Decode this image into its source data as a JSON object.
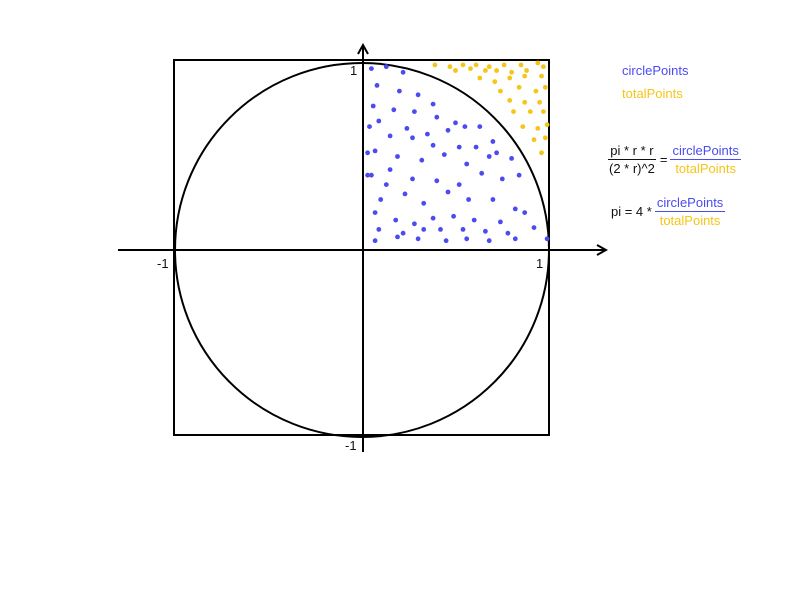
{
  "axis_labels": {
    "y_top": "1",
    "y_bottom": "-1",
    "x_left": "-1",
    "x_right": "1"
  },
  "legend": {
    "circle_points": "circlePoints",
    "total_points": "totalPoints"
  },
  "equation1": {
    "lhs_num": "pi * r * r",
    "lhs_den": "(2 * r)^2",
    "equals": "=",
    "rhs_num": "circlePoints",
    "rhs_den": "totalPoints"
  },
  "equation2": {
    "prefix": "pi = 4 *",
    "rhs_num": "circlePoints",
    "rhs_den": "totalPoints"
  },
  "colors": {
    "inside": "#4b4bf0",
    "outside": "#f5c518",
    "lines": "#000000"
  },
  "points": {
    "inside": [
      [
        0.05,
        0.97
      ],
      [
        0.13,
        0.98
      ],
      [
        0.22,
        0.95
      ],
      [
        0.08,
        0.88
      ],
      [
        0.2,
        0.85
      ],
      [
        0.3,
        0.83
      ],
      [
        0.38,
        0.78
      ],
      [
        0.06,
        0.77
      ],
      [
        0.17,
        0.75
      ],
      [
        0.28,
        0.74
      ],
      [
        0.4,
        0.71
      ],
      [
        0.5,
        0.68
      ],
      [
        0.09,
        0.69
      ],
      [
        0.24,
        0.65
      ],
      [
        0.35,
        0.62
      ],
      [
        0.46,
        0.64
      ],
      [
        0.55,
        0.66
      ],
      [
        0.63,
        0.66
      ],
      [
        0.04,
        0.66
      ],
      [
        0.15,
        0.61
      ],
      [
        0.27,
        0.6
      ],
      [
        0.38,
        0.56
      ],
      [
        0.52,
        0.55
      ],
      [
        0.61,
        0.55
      ],
      [
        0.7,
        0.58
      ],
      [
        0.07,
        0.53
      ],
      [
        0.19,
        0.5
      ],
      [
        0.32,
        0.48
      ],
      [
        0.44,
        0.51
      ],
      [
        0.56,
        0.46
      ],
      [
        0.68,
        0.5
      ],
      [
        0.72,
        0.52
      ],
      [
        0.8,
        0.49
      ],
      [
        0.05,
        0.4
      ],
      [
        0.15,
        0.43
      ],
      [
        0.27,
        0.38
      ],
      [
        0.4,
        0.37
      ],
      [
        0.52,
        0.35
      ],
      [
        0.64,
        0.41
      ],
      [
        0.75,
        0.38
      ],
      [
        0.84,
        0.4
      ],
      [
        0.1,
        0.27
      ],
      [
        0.23,
        0.3
      ],
      [
        0.33,
        0.25
      ],
      [
        0.46,
        0.31
      ],
      [
        0.57,
        0.27
      ],
      [
        0.7,
        0.27
      ],
      [
        0.82,
        0.22
      ],
      [
        0.07,
        0.2
      ],
      [
        0.18,
        0.16
      ],
      [
        0.28,
        0.14
      ],
      [
        0.38,
        0.17
      ],
      [
        0.49,
        0.18
      ],
      [
        0.6,
        0.16
      ],
      [
        0.74,
        0.15
      ],
      [
        0.87,
        0.2
      ],
      [
        0.09,
        0.11
      ],
      [
        0.22,
        0.09
      ],
      [
        0.33,
        0.11
      ],
      [
        0.42,
        0.11
      ],
      [
        0.54,
        0.11
      ],
      [
        0.66,
        0.1
      ],
      [
        0.78,
        0.09
      ],
      [
        0.92,
        0.12
      ],
      [
        0.07,
        0.05
      ],
      [
        0.19,
        0.07
      ],
      [
        0.3,
        0.06
      ],
      [
        0.45,
        0.05
      ],
      [
        0.56,
        0.06
      ],
      [
        0.68,
        0.05
      ],
      [
        0.82,
        0.06
      ],
      [
        0.99,
        0.06
      ],
      [
        0.03,
        0.4
      ],
      [
        0.13,
        0.35
      ],
      [
        0.03,
        0.52
      ]
    ],
    "outside": [
      [
        0.39,
        0.99
      ],
      [
        0.47,
        0.98
      ],
      [
        0.54,
        0.99
      ],
      [
        0.61,
        0.99
      ],
      [
        0.68,
        0.98
      ],
      [
        0.76,
        0.99
      ],
      [
        0.85,
        0.99
      ],
      [
        0.94,
        1.0
      ],
      [
        0.5,
        0.96
      ],
      [
        0.58,
        0.97
      ],
      [
        0.66,
        0.96
      ],
      [
        0.72,
        0.96
      ],
      [
        0.8,
        0.95
      ],
      [
        0.88,
        0.96
      ],
      [
        0.97,
        0.98
      ],
      [
        0.63,
        0.92
      ],
      [
        0.71,
        0.9
      ],
      [
        0.79,
        0.92
      ],
      [
        0.87,
        0.93
      ],
      [
        0.96,
        0.93
      ],
      [
        0.74,
        0.85
      ],
      [
        0.84,
        0.87
      ],
      [
        0.93,
        0.85
      ],
      [
        0.98,
        0.87
      ],
      [
        0.79,
        0.8
      ],
      [
        0.87,
        0.79
      ],
      [
        0.95,
        0.79
      ],
      [
        0.81,
        0.74
      ],
      [
        0.9,
        0.74
      ],
      [
        0.97,
        0.74
      ],
      [
        0.86,
        0.66
      ],
      [
        0.94,
        0.65
      ],
      [
        0.99,
        0.67
      ],
      [
        0.92,
        0.59
      ],
      [
        0.98,
        0.6
      ],
      [
        0.96,
        0.52
      ]
    ]
  }
}
